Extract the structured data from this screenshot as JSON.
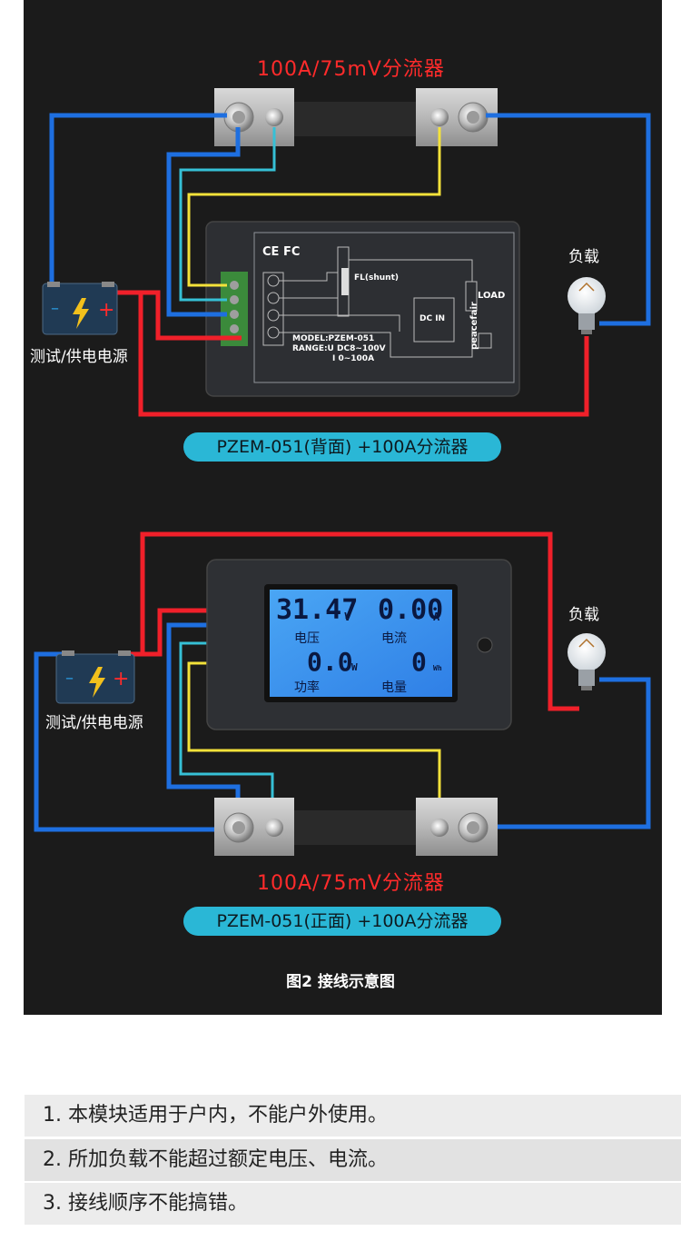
{
  "colors": {
    "red_wire": "#f0202a",
    "blue_wire": "#1e6fe0",
    "cyan_wire": "#36c0d6",
    "yellow_wire": "#f4e23a",
    "pill": "#2ab7d6",
    "banner_blue": "#0f6ec4",
    "banner_orange": "#e8561a"
  },
  "top": {
    "shunt_label": "100A/75mV分流器",
    "load_label": "负载",
    "supply_label": "测试/供电电源",
    "pill": "PZEM-051(背面) +100A分流器",
    "back": {
      "certs": "CE FC",
      "fl_shunt": "FL(shunt)",
      "load": "LOAD",
      "dc_in": "DC IN",
      "model": "MODEL:PZEM-051",
      "range_u": "RANGE:U DC8~100V",
      "range_i": "I 0~100A",
      "brand": "peacefair"
    }
  },
  "bottom": {
    "lcd": {
      "voltage_value": "31.47",
      "voltage_unit": "V",
      "current_value": "0.00",
      "current_unit": "A",
      "power_value": "0.0",
      "power_unit": "W",
      "energy_value": "0",
      "energy_unit": "Wh",
      "voltage_label": "电压",
      "current_label": "电流",
      "power_label": "功率",
      "energy_label": "电量"
    },
    "load_label": "负载",
    "supply_label": "测试/供电电源",
    "shunt_label": "100A/75mV分流器",
    "pill": "PZEM-051(正面) +100A分流器"
  },
  "caption": "图2 接线示意图",
  "notes": {
    "title": "I. 注意事项",
    "items": [
      "1. 本模块适用于户内，不能户外使用。",
      "2. 所加负载不能超过额定电压、电流。",
      "3. 接线顺序不能搞错。"
    ]
  }
}
